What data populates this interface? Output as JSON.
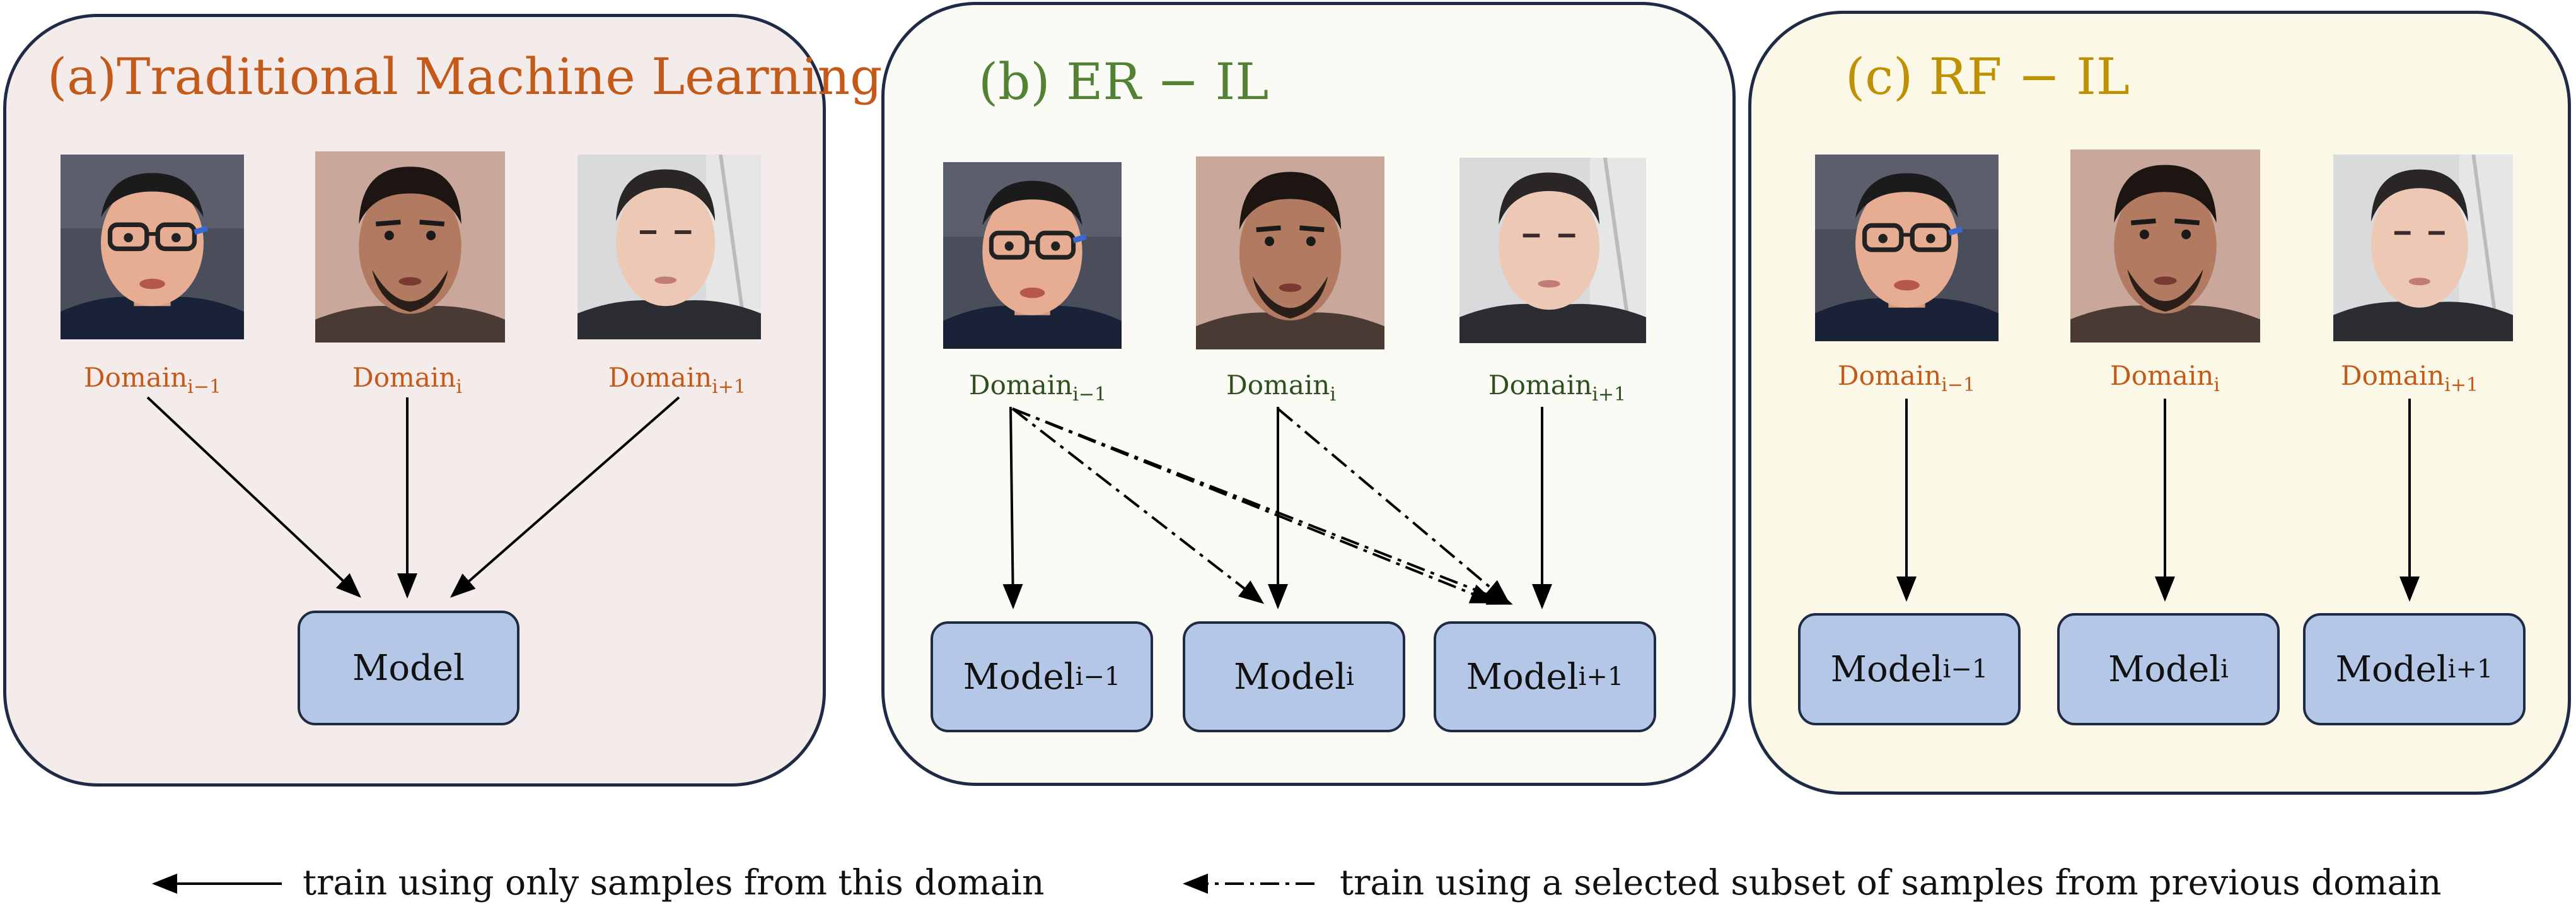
{
  "colors": {
    "panel_a_bg": "#f4eceb",
    "panel_b_bg": "#fbfbf6",
    "panel_c_bg": "#fbf8e8",
    "border": "#1f2a44",
    "title_a": "#c45a1a",
    "title_b": "#548235",
    "title_c": "#bf9000",
    "domain_a": "#c45a1a",
    "domain_b": "#2f4f1f",
    "domain_c": "#c45a1a",
    "model_fill": "#b4c7e7"
  },
  "panel_a": {
    "title": "(a)Traditional Machine Learning",
    "domains": [
      {
        "base": "Domain",
        "sub": "i−1"
      },
      {
        "base": "Domain",
        "sub": "i"
      },
      {
        "base": "Domain",
        "sub": "i+1"
      }
    ],
    "model": {
      "base": "Model",
      "sub": ""
    }
  },
  "panel_b": {
    "title": "(b) ER − IL",
    "domains": [
      {
        "base": "Domain",
        "sub": "i−1"
      },
      {
        "base": "Domain",
        "sub": "i"
      },
      {
        "base": "Domain",
        "sub": "i+1"
      }
    ],
    "models": [
      {
        "base": "Model",
        "sub": "i−1"
      },
      {
        "base": "Model",
        "sub": "i"
      },
      {
        "base": "Model",
        "sub": "i+1"
      }
    ]
  },
  "panel_c": {
    "title": "(c) RF − IL",
    "domains": [
      {
        "base": "Domain",
        "sub": "i−1"
      },
      {
        "base": "Domain",
        "sub": "i"
      },
      {
        "base": "Domain",
        "sub": "i+1"
      }
    ],
    "models": [
      {
        "base": "Model",
        "sub": "i−1"
      },
      {
        "base": "Model",
        "sub": "i"
      },
      {
        "base": "Model",
        "sub": "i+1"
      }
    ]
  },
  "legend": {
    "solid": "train using only samples from this domain",
    "dashdot": "train using a selected subset of samples from previous domain"
  }
}
